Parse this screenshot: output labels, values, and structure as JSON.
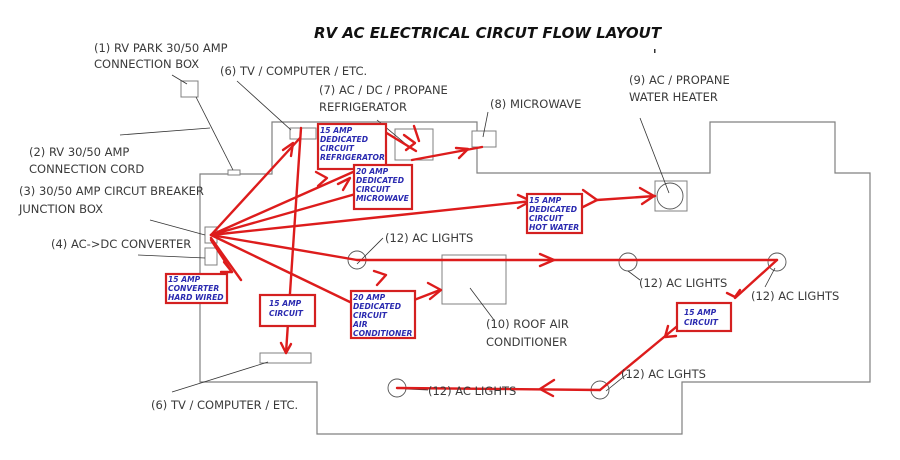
{
  "title": "RV AC ELECTRICAL CIRCUT FLOW LAYOUT",
  "colors": {
    "wire": "#dd1c1c",
    "circuit_text": "#2a2ab0",
    "outline": "#808080",
    "label": "#3a3a3a"
  },
  "labels": {
    "park_box": [
      "(1) RV PARK 30/50 AMP",
      "CONNECTION BOX"
    ],
    "cord": [
      "(2) RV  30/50 AMP",
      "CONNECTION CORD"
    ],
    "breaker": [
      "(3) 30/50 AMP CIRCUT BREAKER",
      "JUNCTION BOX"
    ],
    "converter": [
      "(4) AC->DC CONVERTER"
    ],
    "tv_top": [
      "(6) TV / COMPUTER / ETC."
    ],
    "tv_bottom": [
      "(6) TV / COMPUTER / ETC."
    ],
    "refrigerator": [
      "(7) AC / DC / PROPANE",
      "REFRIGERATOR"
    ],
    "microwave": [
      "(8) MICROWAVE"
    ],
    "water_heater": [
      "(9) AC / PROPANE",
      "WATER HEATER"
    ],
    "roof_ac": [
      "(10) ROOF AIR",
      "CONDITIONER"
    ],
    "lights_1": "(12) AC LIGHTS",
    "lights_2": "(12) AC LIGHTS",
    "lights_3": "(12) AC LIGHTS",
    "lights_4": "(12) AC LGHTS",
    "lights_5": "(12) AC LIGHTS"
  },
  "circuits": {
    "refrigerator": [
      "15 AMP",
      "DEDICATED",
      "CIRCUIT",
      "REFRIGERATOR"
    ],
    "microwave": [
      "20 AMP",
      "DEDICATED",
      "CIRCUIT",
      "MICROWAVE"
    ],
    "hot_water": [
      "15 AMP",
      "DEDICATED",
      "CIRCUIT",
      "HOT WATER"
    ],
    "converter": [
      "15 AMP",
      "CONVERTER",
      "HARD WIRED"
    ],
    "tv": [
      "15 AMP",
      "CIRCUIT"
    ],
    "air_conditioner": [
      "20 AMP",
      "DEDICATED",
      "CIRCUIT",
      "AIR",
      "CONDITIONER"
    ],
    "lights": [
      "15 AMP",
      "CIRCUIT"
    ]
  }
}
